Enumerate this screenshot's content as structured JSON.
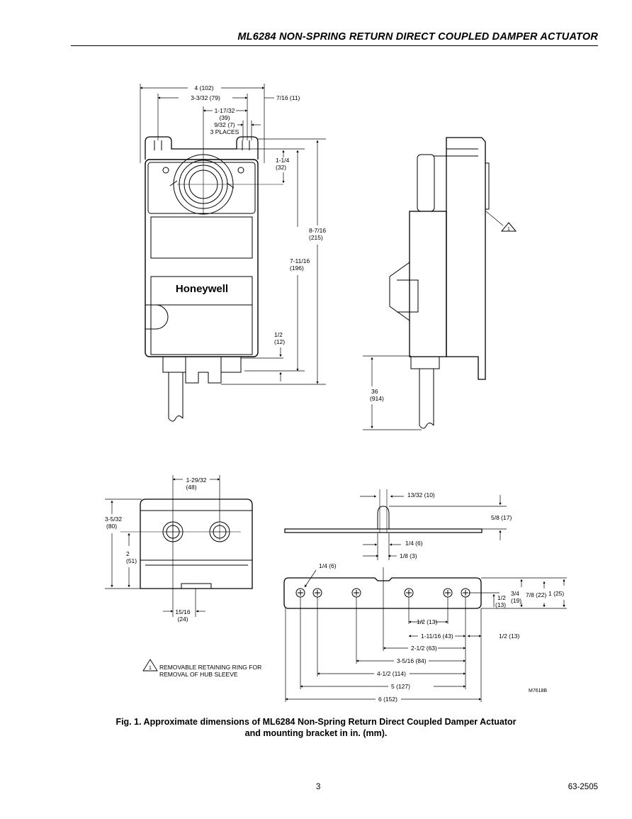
{
  "header": {
    "title": "ML6284 NON-SPRING RETURN DIRECT COUPLED DAMPER ACTUATOR"
  },
  "figure": {
    "brand": "Honeywell",
    "front_view": {
      "width_overall": "4 (102)",
      "hole_spacing": "3-3/32 (79)",
      "hub_offset": "1-17/32",
      "hub_offset_mm": "(39)",
      "slot_size": "9/32 (7)",
      "slot_count": "3 PLACES",
      "edge_offset": "7/16 (11)",
      "hub_height": "1-1/4",
      "hub_height_mm": "(32)",
      "height_overall": "8-7/16",
      "height_overall_mm": "(215)",
      "height_body": "7-11/16",
      "height_body_mm": "(196)",
      "bottom_offset": "1/2",
      "bottom_offset_mm": "(12)"
    },
    "side_view": {
      "note_number": "1",
      "cable_length": "36",
      "cable_length_mm": "(914)"
    },
    "bottom_view": {
      "height": "3-5/32",
      "height_mm": "(80)",
      "conduit_spacing": "1-29/32",
      "conduit_spacing_mm": "(48)",
      "conduit_height": "2",
      "conduit_height_mm": "(51)",
      "conduit_offset": "15/16",
      "conduit_offset_mm": "(24)"
    },
    "bracket": {
      "tab_width": "13/32 (10)",
      "tab_height": "5/8 (17)",
      "tab_inner": "1/4 (6)",
      "thickness": "1/8 (3)",
      "hole_dia": "1/4 (6)",
      "d_half_a": "1/2",
      "d_half_a_mm": "(13)",
      "d_three_quarter": "3/4",
      "d_three_quarter_mm": "(19)",
      "d_seven_eighth": "7/8 (22)",
      "d_one": "1 (25)",
      "h_half": "1/2 (13)",
      "h_1_11_16": "1-11/16 (43)",
      "h_end": "1/2 (13)",
      "h_2_1_2": "2-1/2 (63)",
      "h_3_5_16": "3-5/16 (84)",
      "h_4_1_2": "4-1/2 (114)",
      "h_5": "5 (127)",
      "h_6": "6 (152)"
    },
    "note": {
      "number": "1",
      "line1": "REMOVABLE RETAINING RING FOR",
      "line2": "REMOVAL OF HUB SLEEVE"
    },
    "drawing_code": "M7618B"
  },
  "caption": {
    "line1": "Fig. 1. Approximate dimensions of ML6284 Non-Spring Return Direct Coupled Damper Actuator",
    "line2": "and mounting bracket in in. (mm)."
  },
  "footer": {
    "page_number": "3",
    "doc_number": "63-2505"
  }
}
